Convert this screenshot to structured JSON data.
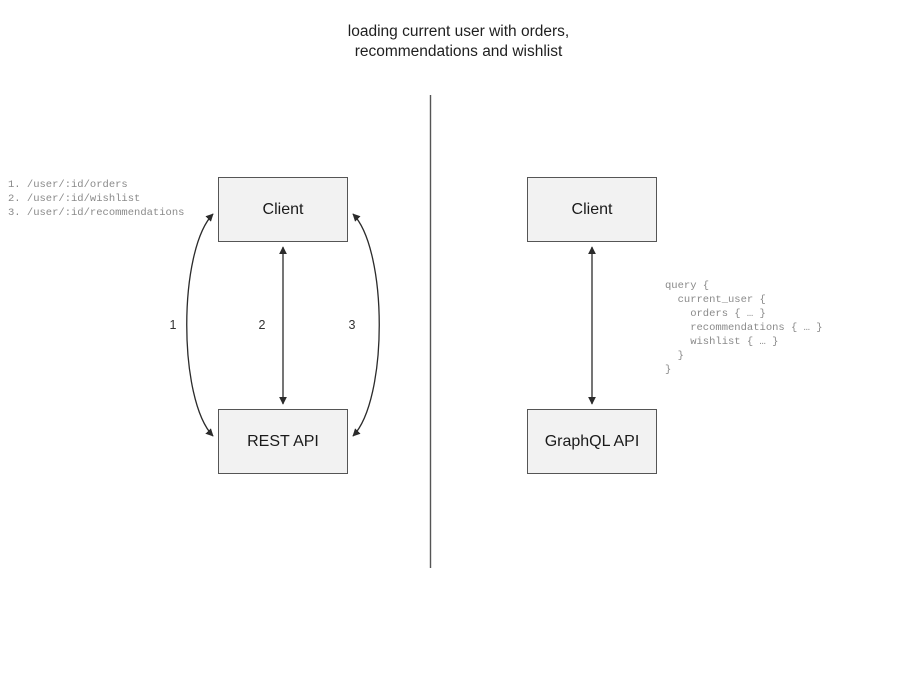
{
  "title": "loading current user with orders,\nrecommendations and wishlist",
  "colors": {
    "box_fill": "#f2f2f2",
    "box_border": "#555555",
    "stroke": "#2b2b2b",
    "mono_text": "#8a8a8a",
    "background": "#ffffff"
  },
  "rest_section": {
    "client_label": "Client",
    "api_label": "REST API",
    "endpoints_text": "1. /user/:id/orders\n2. /user/:id/wishlist\n3. /user/:id/recommendations",
    "endpoints": [
      {
        "number": "1.",
        "path": "/user/:id/orders"
      },
      {
        "number": "2.",
        "path": "/user/:id/wishlist"
      },
      {
        "number": "3.",
        "path": "/user/:id/recommendations"
      }
    ],
    "edge_labels": [
      "1",
      "2",
      "3"
    ]
  },
  "graphql_section": {
    "client_label": "Client",
    "api_label": "GraphQL API",
    "query_text": "query {\n  current_user {\n    orders { … }\n    recommendations { … }\n    wishlist { … }\n  }\n}"
  },
  "divider": {
    "orientation": "vertical"
  }
}
